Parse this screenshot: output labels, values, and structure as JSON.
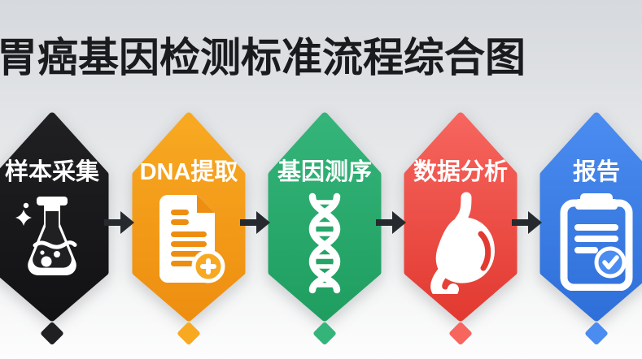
{
  "title": "胃癌基因检测标准流程综合图",
  "stages": [
    {
      "label": "样本采集",
      "icon": "flask-icon",
      "color": "#202022",
      "color_deep": "#121214"
    },
    {
      "label": "DNA提取",
      "icon": "document-plus-icon",
      "color": "#f8a922",
      "color_deep": "#ee8e10"
    },
    {
      "label": "基因测序",
      "icon": "dna-helix-icon",
      "color": "#35b47a",
      "color_deep": "#1f9e60"
    },
    {
      "label": "数据分析",
      "icon": "stomach-icon",
      "color": "#f6655e",
      "color_deep": "#e23a31"
    },
    {
      "label": "报告",
      "icon": "clipboard-check-icon",
      "color": "#4a8cf0",
      "color_deep": "#2f6fd9"
    }
  ],
  "arrow_color": "#26292e",
  "background": {
    "top": "#d6d9dd",
    "bottom": "#fdfdfd"
  }
}
